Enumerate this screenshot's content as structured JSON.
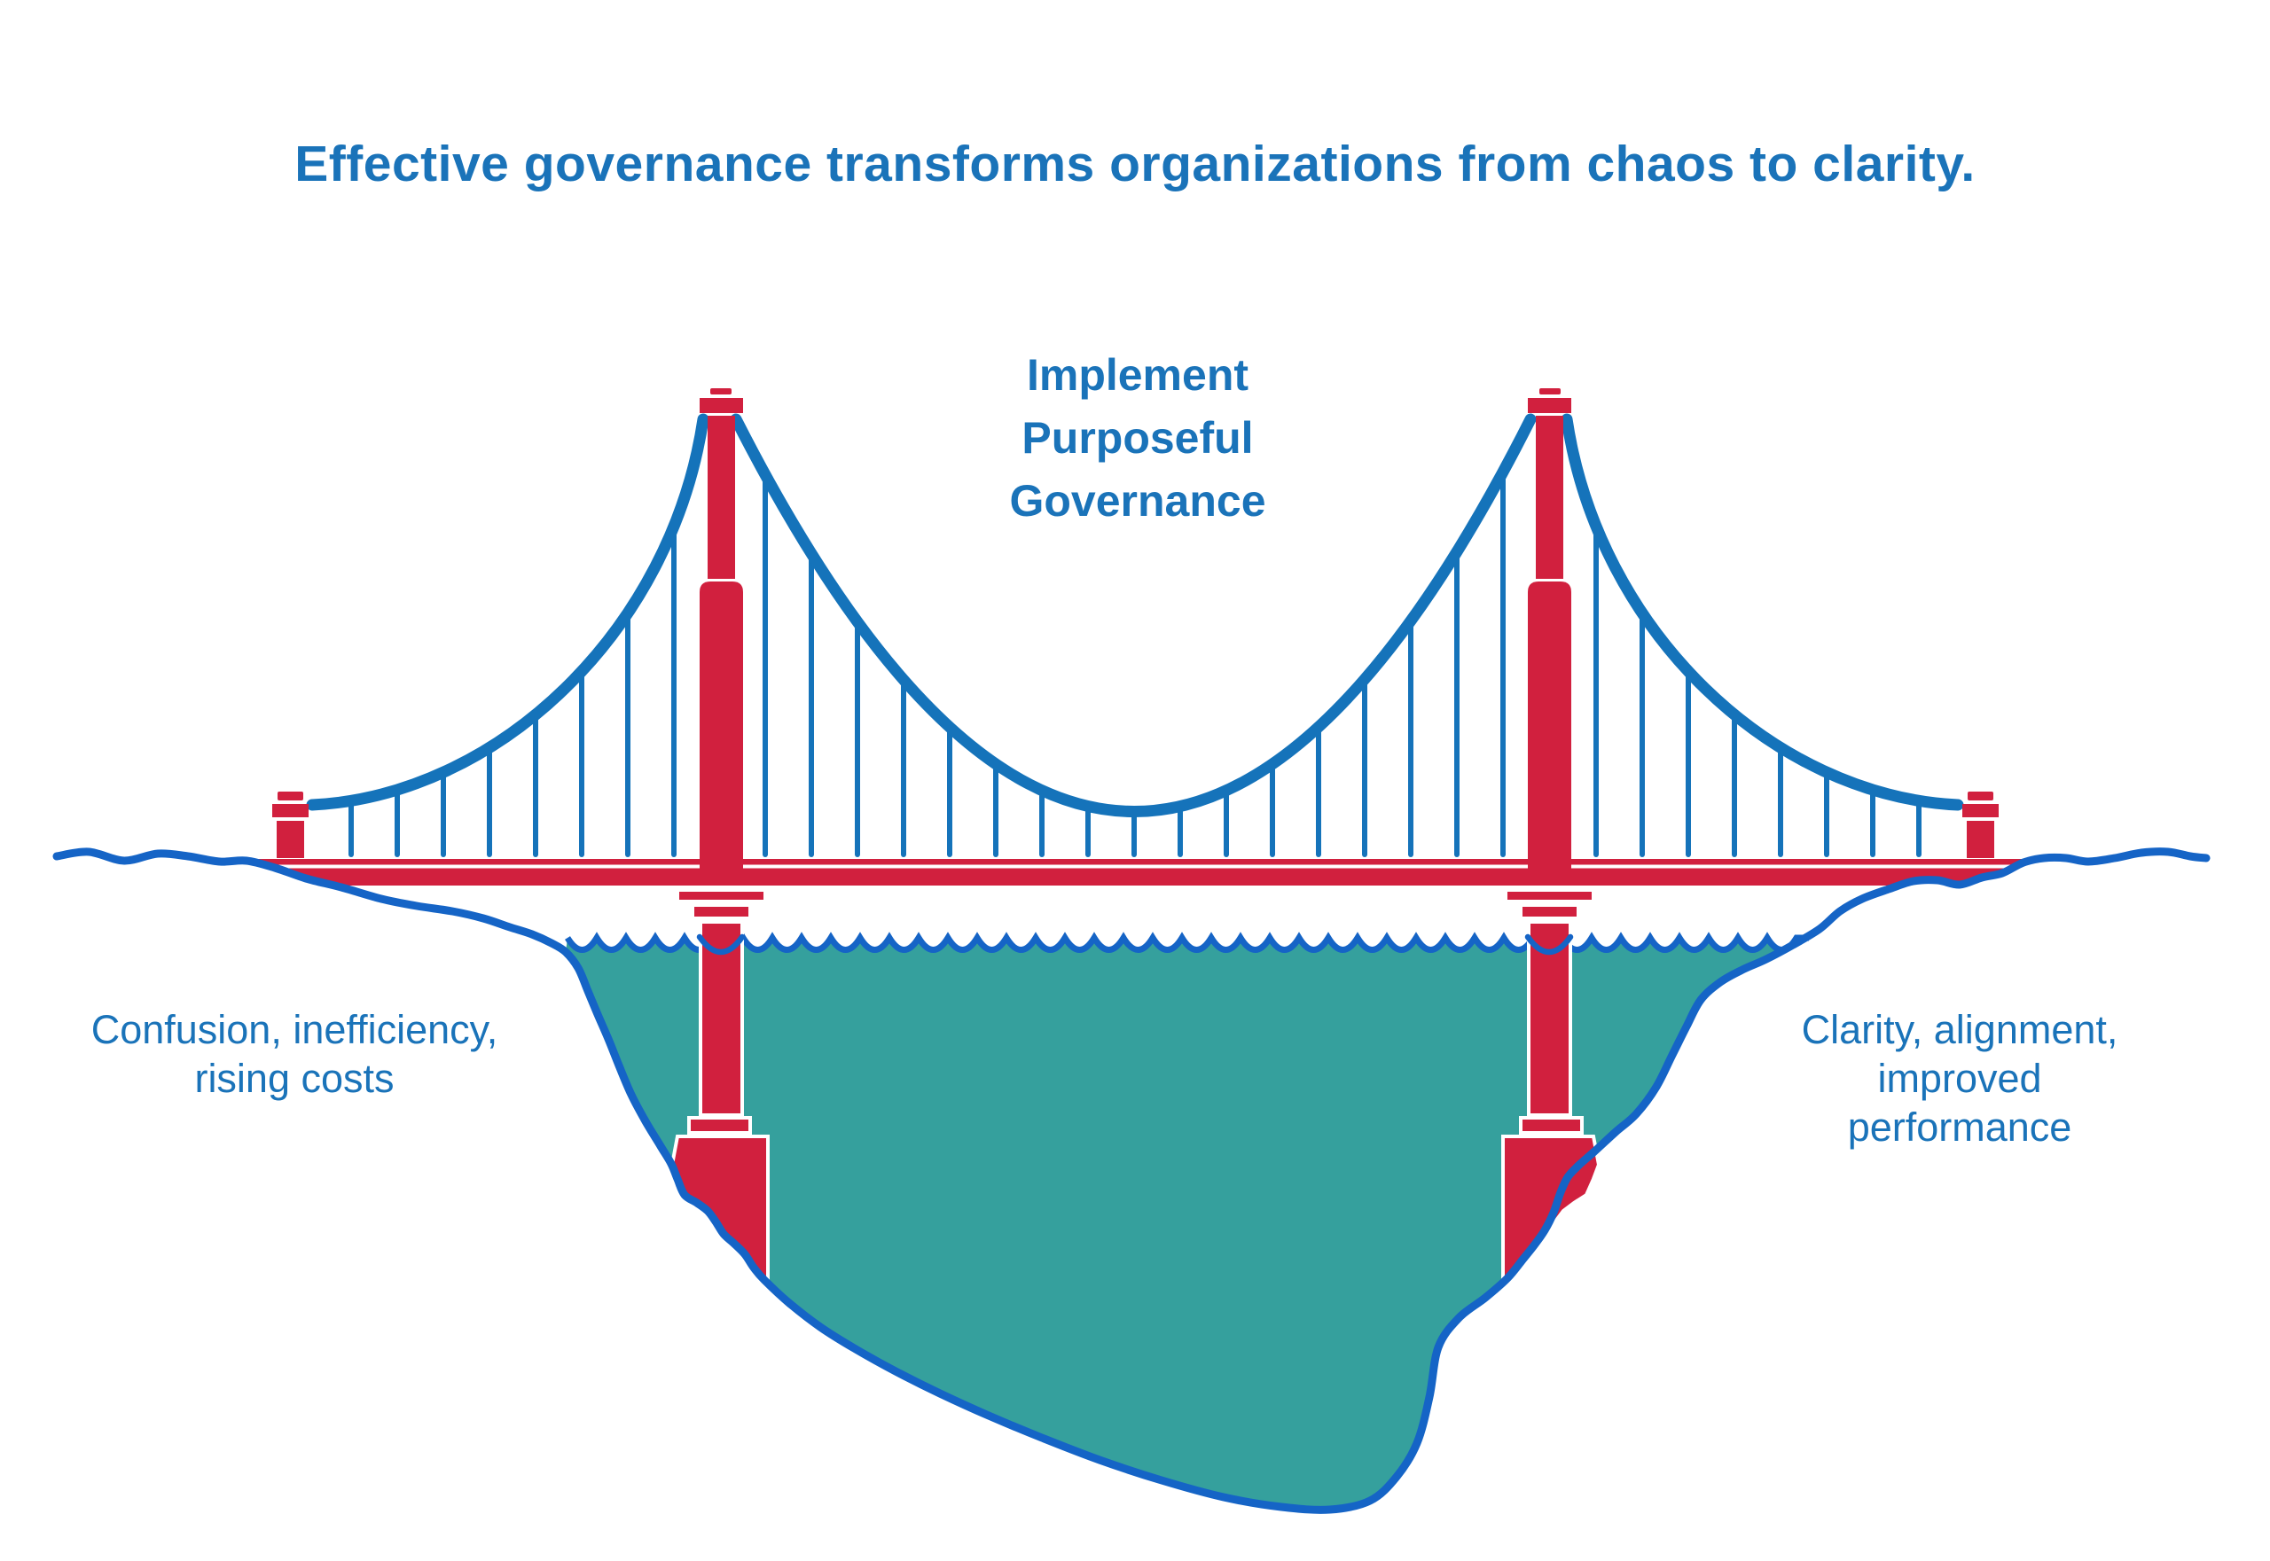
{
  "title": {
    "text": "Effective governance transforms organizations from chaos to clarity."
  },
  "bridge_label": {
    "lines": [
      "Implement",
      "Purposeful",
      "Governance"
    ]
  },
  "left_label": {
    "lines": [
      "Confusion, inefficiency,",
      "rising costs"
    ]
  },
  "right_label": {
    "lines": [
      "Clarity, alignment, improved",
      "performance"
    ]
  },
  "illustration": {
    "description": "Suspension bridge in red with blue cables spanning a canyon filled with teal water"
  },
  "colors": {
    "background": "#FFFFFF",
    "text_blue": "#1A73B9",
    "structure_blue": "#1573BA",
    "terrain_blue": "#1564C6",
    "bridge_red": "#D1203E",
    "water_teal": "#35A09D",
    "outline_white": "#FFFFFF"
  }
}
